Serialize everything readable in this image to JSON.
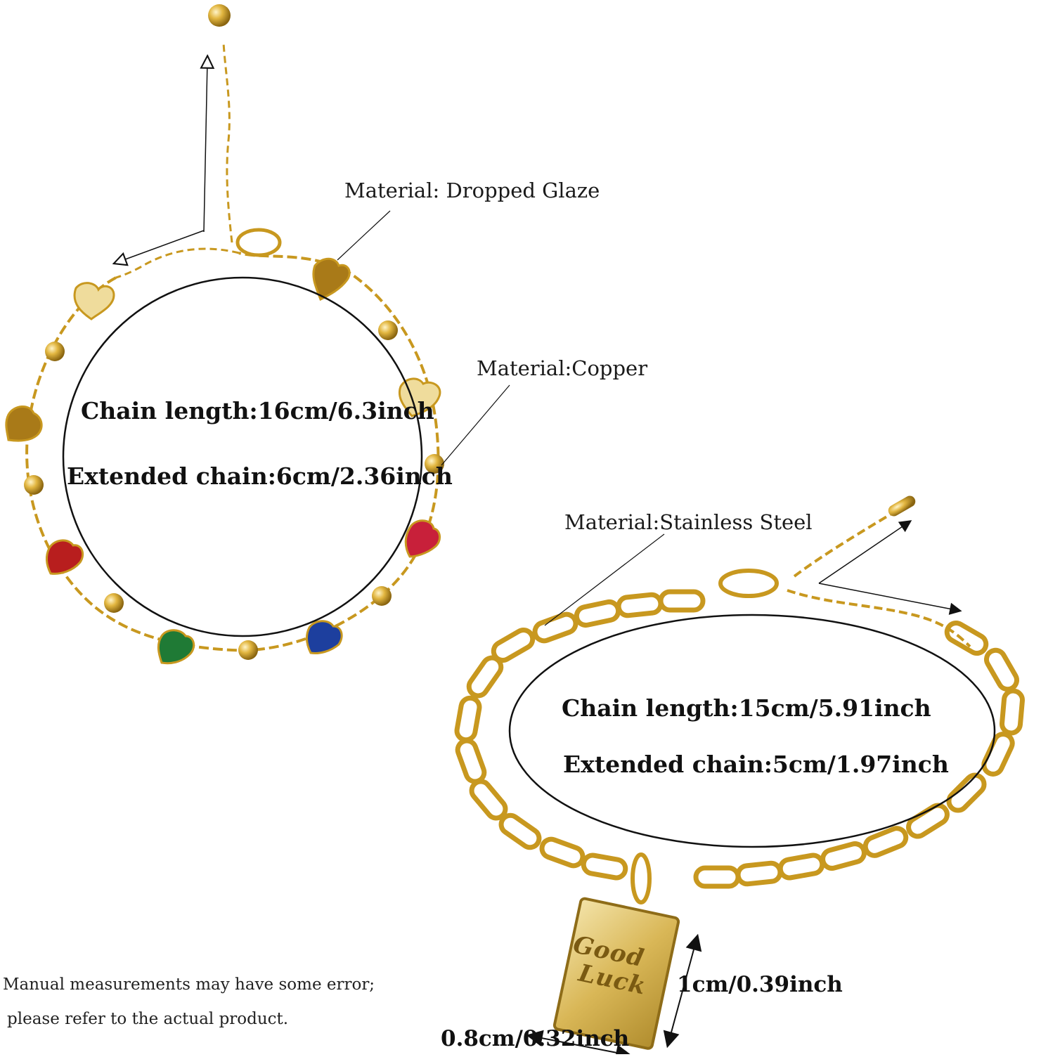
{
  "bracelet_1": {
    "material_glaze": "Material: Dropped Glaze",
    "material_copper": "Material:Copper",
    "chain_length": "Chain length:16cm/6.3inch",
    "extended_chain": "Extended chain:6cm/2.36inch"
  },
  "bracelet_2": {
    "material": "Material:Stainless Steel",
    "chain_length": "Chain length:15cm/5.91inch",
    "extended_chain": "Extended chain:5cm/1.97inch",
    "pendant_line1": "Good",
    "pendant_line2": "Luck",
    "pendant_height": "1cm/0.39inch",
    "pendant_width": "0.8cm/0.32inch"
  },
  "note": {
    "line1": "Manual measurements may have some error;",
    "line2": "please refer to the actual product."
  },
  "colors": {
    "gold": "#d4a62a",
    "gold_dark": "#9a7212",
    "heart_red": "#b81e1e",
    "heart_blue": "#1d3f9e",
    "heart_green": "#1f7a35",
    "heart_amber": "#a97a18",
    "heart_pale": "#efdc9c"
  }
}
